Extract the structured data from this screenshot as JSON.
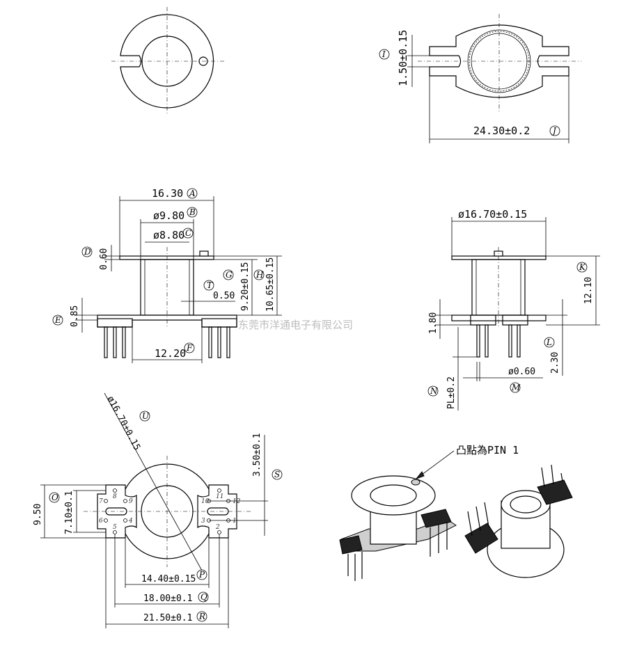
{
  "dimensions": {
    "d_1_50": "1.50±0.15",
    "d_24_30": "24.30±0.2",
    "d_16_30": "16.30",
    "d_9_80": "ø9.80",
    "d_8_80": "ø8.80",
    "d_0_60": "0.60",
    "d_0_50": "0.50",
    "d_9_20": "9.20±0.15",
    "d_10_65": "10.65±0.15",
    "d_0_85": "0.85",
    "d_12_20": "12.20",
    "d_16_70_side": "ø16.70±0.15",
    "d_12_10": "12.10",
    "d_1_80": "1.80",
    "d_2_30": "2.30",
    "d_0_60_pin": "ø0.60",
    "d_pl": "PL±0.2",
    "d_16_70_diag": "ø16.70±0.15",
    "d_3_50": "3.50±0.1",
    "d_9_50": "9.50",
    "d_7_10": "7.10±0.1",
    "d_14_40": "14.40±0.15",
    "d_18_00": "18.00±0.1",
    "d_21_50": "21.50±0.1"
  },
  "labels": {
    "I": "I",
    "J": "J",
    "A": "A",
    "B": "B",
    "C": "C",
    "D": "D",
    "T": "T",
    "G": "G",
    "H": "H",
    "E": "E",
    "F": "F",
    "K": "K",
    "L": "L",
    "M": "M",
    "N": "N",
    "U": "U",
    "S": "S",
    "O": "O",
    "P": "P",
    "Q": "Q",
    "R": "R"
  },
  "pins": {
    "left": [
      "7",
      "8",
      "9",
      "6",
      "5",
      "4"
    ],
    "right": [
      "10",
      "11",
      "12",
      "3",
      "2",
      "1"
    ]
  },
  "watermark": "东莞市洋通电子有限公司",
  "pin1_note": "凸點為PIN 1"
}
